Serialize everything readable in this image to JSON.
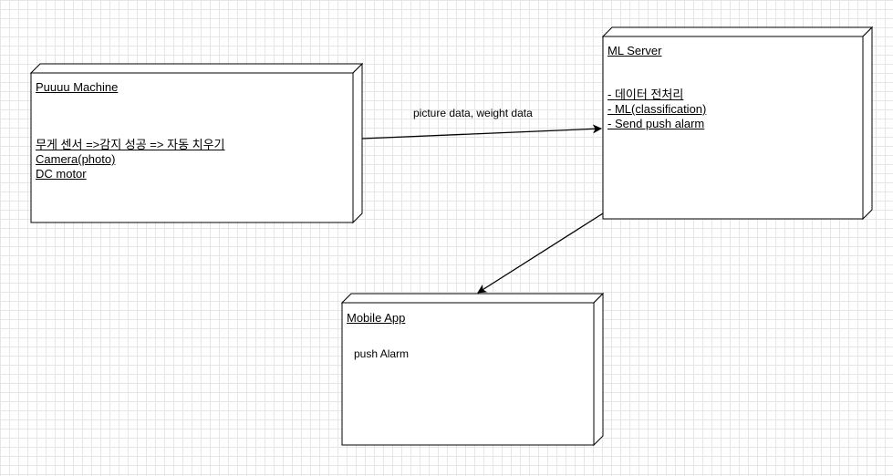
{
  "nodes": {
    "machine": {
      "title": "Puuuu Machine",
      "lines": [
        "무게 센서 =>감지 성공 => 자동 치우기",
        "Camera(photo)",
        "DC motor"
      ]
    },
    "server": {
      "title": "ML Server",
      "lines": [
        "- 데이터 전처리",
        "- ML(classification)",
        "- Send push alarm"
      ]
    },
    "app": {
      "title": "Mobile App",
      "body": "push Alarm"
    }
  },
  "edges": {
    "machine_to_server": {
      "label": "picture data, weight data"
    },
    "server_to_app": {
      "label": ""
    }
  },
  "colors": {
    "stroke": "#000000",
    "fill": "#ffffff",
    "grid": "#e6e6e6"
  }
}
